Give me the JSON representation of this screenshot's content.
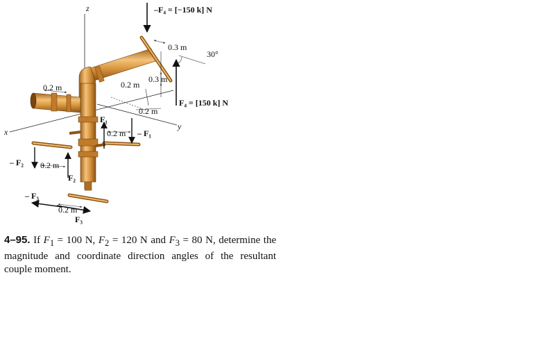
{
  "figure": {
    "axes": {
      "z": "z",
      "x": "x",
      "y": "y"
    },
    "force_labels": {
      "neg_f4": "–F₄ = [−150 k] N",
      "f4": "F₄ = [150 k] N",
      "f1": "F₁",
      "neg_f1": "– F₁",
      "f2": "F₂",
      "neg_f2": "– F₂",
      "f3": "F₃",
      "neg_f3": "– F₃"
    },
    "dimensions": {
      "d_top_right": "0.3 m",
      "angle": "30°",
      "d_vertical": "0.3 m",
      "d_elbow": "0.2 m",
      "d_left_pipe": "0.2 m",
      "d_right_lower": "0.2 m",
      "d_f1": "0.2 m",
      "d_f2": "0.2 m",
      "d_f3": "0.2 m"
    }
  },
  "problem": {
    "number": "4–95.",
    "text_if": "If",
    "f1_sym": "F",
    "f1_sub": "1",
    "f1_val": "= 100 N,",
    "f2_sym": "F",
    "f2_sub": "2",
    "f2_val": "= 120 N",
    "and": "and",
    "f3_sym": "F",
    "f3_sub": "3",
    "f3_val": "= 80 N,",
    "text_rest": "determine the magnitude and coordinate direction angles of the resultant couple moment."
  }
}
